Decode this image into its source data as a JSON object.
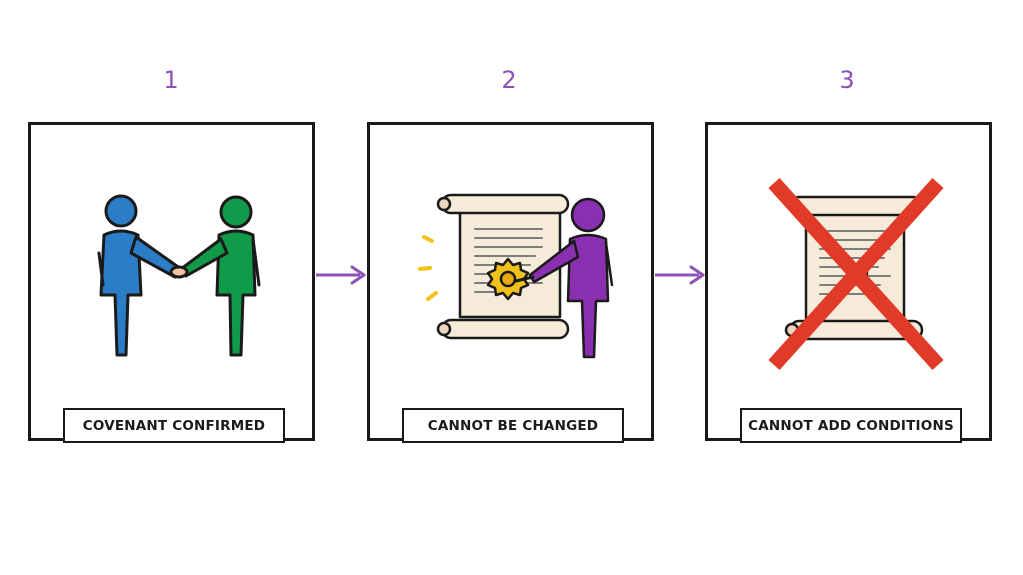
{
  "steps": [
    {
      "number": "1",
      "caption": "COVENANT CONFIRMED"
    },
    {
      "number": "2",
      "caption": "CANNOT BE CHANGED"
    },
    {
      "number": "3",
      "caption": "CANNOT ADD CONDITIONS"
    }
  ],
  "colors": {
    "accent": "#8c52b5",
    "person_blue": "#2b7dc8",
    "person_green": "#119a49",
    "person_purple": "#8a2fb0",
    "seal_gold": "#f2c11a",
    "cross_red": "#e23a28",
    "scroll_paper": "#f6ead8"
  },
  "icons": [
    "handshake-icon",
    "scroll-icon",
    "seal-icon",
    "red-x-icon",
    "arrow-right-icon"
  ]
}
